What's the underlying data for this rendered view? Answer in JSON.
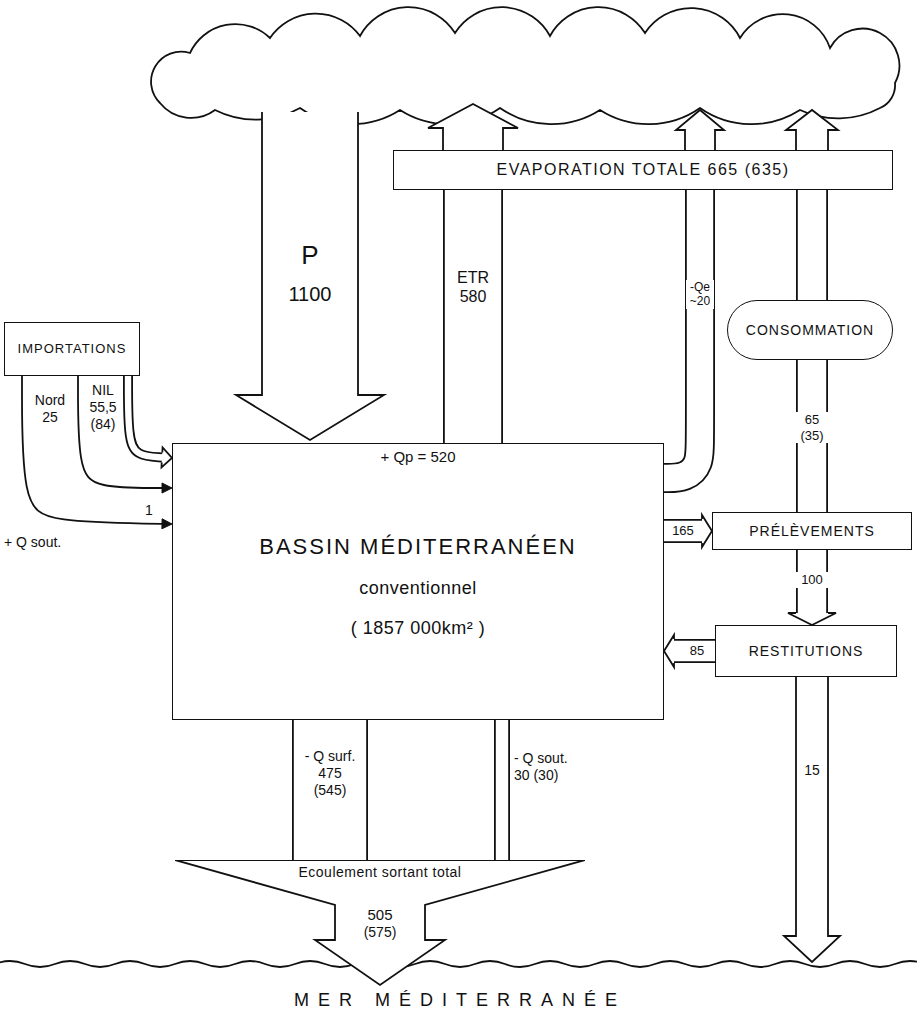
{
  "diagram": {
    "nodes": [
      {
        "text": [
          "EVAPORATION TOTALE 665 (635)"
        ]
      },
      {
        "text": [
          "CONSOMMATION"
        ]
      },
      {
        "text": [
          "IMPORTATIONS"
        ]
      },
      {
        "text": [
          "+ Qp = 520",
          "BASSIN MÉDITERRANÉEN",
          "conventionnel",
          "( 1857 000km² )"
        ]
      },
      {
        "text": [
          "PRÉLÈVEMENTS"
        ]
      },
      {
        "text": [
          "RESTITUTIONS"
        ]
      },
      {
        "text": [
          "Ecoulement sortant total",
          "505",
          "(575)"
        ]
      }
    ],
    "edges": [
      {
        "from": 2,
        "to": 3,
        "arrow": "to",
        "label": "NIL 55,5 (84)"
      },
      {
        "from": 2,
        "to": 3,
        "arrow": "to",
        "label": "Nord 25"
      },
      {
        "from": 2,
        "to": 3,
        "arrow": "to",
        "label": "1"
      },
      {
        "from": 3,
        "to": 0,
        "arrow": "none",
        "label": "ETR 580"
      },
      {
        "from": 3,
        "to": 0,
        "arrow": "none",
        "label": "-Qe ~20"
      },
      {
        "from": 4,
        "to": 1,
        "arrow": "none",
        "label": "65 (35)"
      },
      {
        "from": 1,
        "to": 0,
        "arrow": "none"
      },
      {
        "from": 3,
        "to": 4,
        "arrow": "to",
        "label": "165"
      },
      {
        "from": 4,
        "to": 5,
        "arrow": "to",
        "label": "100"
      },
      {
        "from": 5,
        "to": 3,
        "arrow": "to",
        "label": "85"
      },
      {
        "from": 3,
        "to": 6,
        "arrow": "none",
        "label": "- Q surf. 475 (545)"
      },
      {
        "from": 3,
        "to": 6,
        "arrow": "none",
        "label": "- Q sout. 30 (30)"
      }
    ],
    "labels": [
      "P",
      "1100",
      "+ Q sout.",
      "15",
      "MER MÉDITERRANÉE"
    ]
  }
}
